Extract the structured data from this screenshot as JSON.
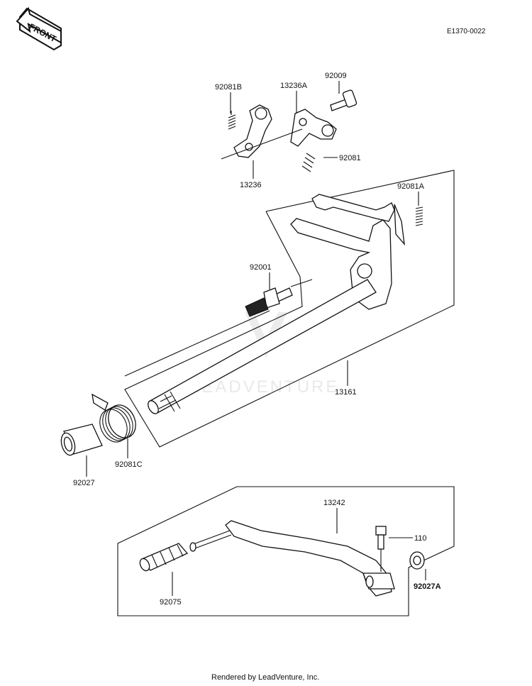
{
  "header": {
    "front_label": "FRONT",
    "diagram_code": "E1370-0022"
  },
  "watermark": "LEADVENTURE",
  "parts": [
    {
      "id": "p-92081b",
      "label": "92081B"
    },
    {
      "id": "p-13236a",
      "label": "13236A"
    },
    {
      "id": "p-92009",
      "label": "92009"
    },
    {
      "id": "p-92081",
      "label": "92081"
    },
    {
      "id": "p-13236",
      "label": "13236"
    },
    {
      "id": "p-92081a",
      "label": "92081A"
    },
    {
      "id": "p-92001",
      "label": "92001"
    },
    {
      "id": "p-13161",
      "label": "13161"
    },
    {
      "id": "p-92027",
      "label": "92027"
    },
    {
      "id": "p-92081c",
      "label": "92081C"
    },
    {
      "id": "p-13242",
      "label": "13242"
    },
    {
      "id": "p-110",
      "label": "110"
    },
    {
      "id": "p-92027a",
      "label": "92027A"
    },
    {
      "id": "p-92075",
      "label": "92075"
    }
  ],
  "footer": "Rendered by LeadVenture, Inc."
}
